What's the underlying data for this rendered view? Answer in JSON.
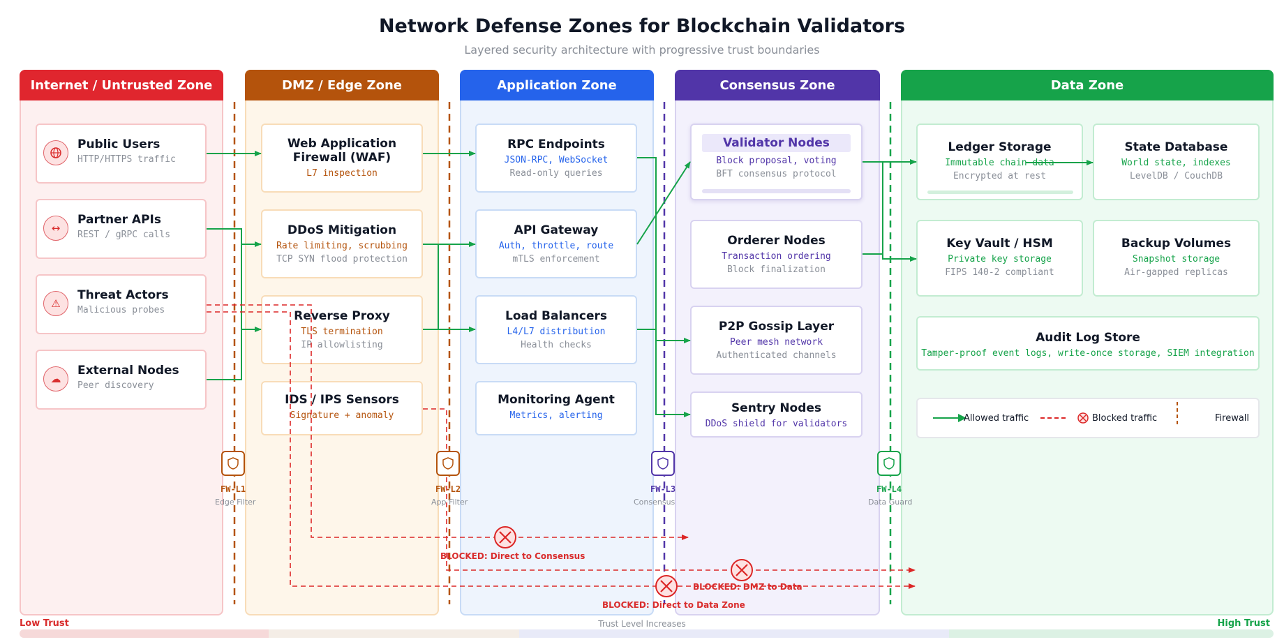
{
  "title": "Network Defense Zones for Blockchain Validators",
  "subtitle": "Layered security architecture with progressive trust boundaries",
  "zones": [
    {
      "name": "Internet / Untrusted Zone",
      "color": "#e0262e",
      "bg": "#fdf0f0",
      "border": "#f6c5c7"
    },
    {
      "name": "DMZ / Edge Zone",
      "color": "#b4530c",
      "bg": "#fef6ea",
      "border": "#f8dcb8"
    },
    {
      "name": "Application Zone",
      "color": "#2563eb",
      "bg": "#eef4fd",
      "border": "#c8dbf6"
    },
    {
      "name": "Consensus Zone",
      "color": "#5135a8",
      "bg": "#f3f1fc",
      "border": "#d8d2f0"
    },
    {
      "name": "Data Zone",
      "color": "#16a34a",
      "bg": "#edfaf2",
      "border": "#c2ecd1"
    }
  ],
  "internet": [
    {
      "title": "Public Users",
      "sub": "HTTP/HTTPS traffic",
      "icon": "globe-icon"
    },
    {
      "title": "Partner APIs",
      "sub": "REST / gRPC calls",
      "icon": "exchange-icon"
    },
    {
      "title": "Threat Actors",
      "sub": "Malicious probes",
      "icon": "warning-icon"
    },
    {
      "title": "External Nodes",
      "sub": "Peer discovery",
      "icon": "cloud-icon"
    }
  ],
  "dmz": [
    {
      "title": "Web Application Firewall (WAF)",
      "l1": "L7 inspection",
      "l2": ""
    },
    {
      "title": "DDoS Mitigation",
      "l1": "Rate limiting, scrubbing",
      "l2": "TCP SYN flood protection"
    },
    {
      "title": "Reverse Proxy",
      "l1": "TLS termination",
      "l2": "IP allowlisting"
    },
    {
      "title": "IDS / IPS Sensors",
      "l1": "Signature + anomaly",
      "l2": ""
    }
  ],
  "app": [
    {
      "title": "RPC Endpoints",
      "l1": "JSON-RPC, WebSocket",
      "l2": "Read-only queries"
    },
    {
      "title": "API Gateway",
      "l1": "Auth, throttle, route",
      "l2": "mTLS enforcement"
    },
    {
      "title": "Load Balancers",
      "l1": "L4/L7 distribution",
      "l2": "Health checks"
    },
    {
      "title": "Monitoring Agent",
      "l1": "Metrics, alerting",
      "l2": ""
    }
  ],
  "consensus": [
    {
      "title": "Validator Nodes",
      "l1": "Block proposal, voting",
      "l2": "BFT consensus protocol"
    },
    {
      "title": "Orderer Nodes",
      "l1": "Transaction ordering",
      "l2": "Block finalization"
    },
    {
      "title": "P2P Gossip Layer",
      "l1": "Peer mesh network",
      "l2": "Authenticated channels"
    },
    {
      "title": "Sentry Nodes",
      "l1": "DDoS shield for validators",
      "l2": ""
    }
  ],
  "data": [
    {
      "title": "Ledger Storage",
      "l1": "Immutable chain data",
      "l2": "Encrypted at rest"
    },
    {
      "title": "State Database",
      "l1": "World state, indexes",
      "l2": "LevelDB / CouchDB"
    },
    {
      "title": "Key Vault / HSM",
      "l1": "Private key storage",
      "l2": "FIPS 140-2 compliant"
    },
    {
      "title": "Backup Volumes",
      "l1": "Snapshot storage",
      "l2": "Air-gapped replicas"
    },
    {
      "title": "Audit Log Store",
      "l1": "Tamper-proof event logs, write-once storage, SIEM integration",
      "l2": ""
    }
  ],
  "firewalls": [
    {
      "label": "FW-L1",
      "sub": "Edge Filter",
      "color": "#b4530c"
    },
    {
      "label": "FW-L2",
      "sub": "App Filter",
      "color": "#b4530c"
    },
    {
      "label": "FW-L3",
      "sub": "Consensus",
      "color": "#5135a8"
    },
    {
      "label": "FW-L4",
      "sub": "Data Guard",
      "color": "#16a34a"
    }
  ],
  "blocked": {
    "consensus": "BLOCKED: Direct to Consensus",
    "dmz_data": "BLOCKED: DMZ to Data",
    "data_zone": "BLOCKED: Direct to Data Zone"
  },
  "legend": {
    "allowed": "Allowed traffic",
    "blocked": "Blocked traffic",
    "firewall": "Firewall"
  },
  "trust": {
    "low": "Low Trust",
    "mid": "Trust Level Increases",
    "high": "High Trust"
  },
  "colors": {
    "allowed": "#16a34a",
    "blocked": "#dc2626"
  }
}
